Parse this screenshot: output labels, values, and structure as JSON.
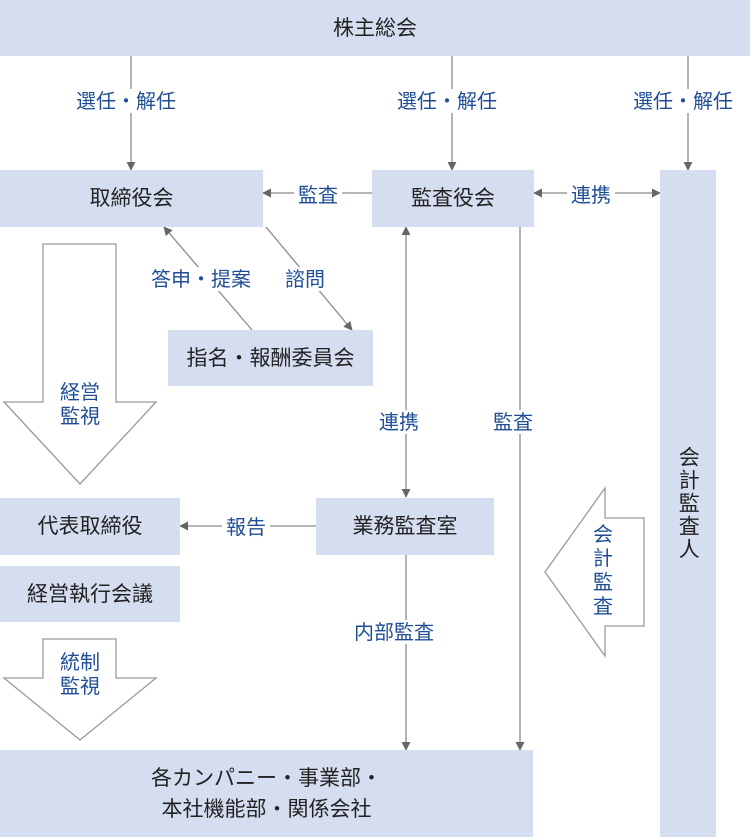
{
  "boxes": {
    "shareholders": "株主総会",
    "board": "取締役会",
    "audit_board": "監査役会",
    "nomination": "指名・報酬委員会",
    "representative": "代表取締役",
    "executive_meeting": "経営執行会議",
    "internal_audit_office": "業務監査室",
    "companies_line1": "各カンパニー・事業部・",
    "companies_line2": "本社機能部・関係会社",
    "accounting_auditor": "会計監査人"
  },
  "labels": {
    "elect_dismiss": "選任・解任",
    "audit": "監査",
    "cooperation": "連携",
    "report_proposal": "答申・提案",
    "inquiry": "諮問",
    "report": "報告",
    "internal_audit": "内部監査",
    "management_supervision": "経営監視",
    "integrated_supervision": "統制監視",
    "accounting_audit": "会計監査"
  },
  "colors": {
    "box_fill": "#d5ddf0",
    "line": "#8a8a8a",
    "label_text": "#1f4e96",
    "box_text": "#222222"
  }
}
